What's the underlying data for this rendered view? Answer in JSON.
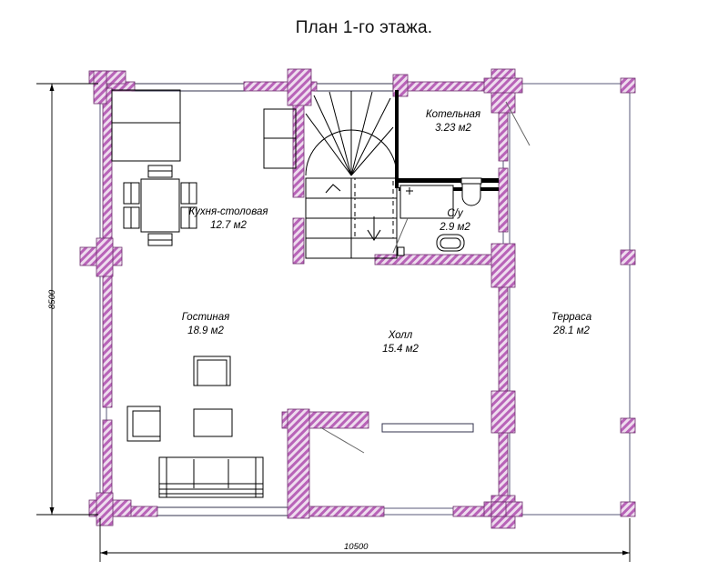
{
  "title": "План 1-го этажа.",
  "dimensions": {
    "width_label": "10500",
    "height_label": "8500",
    "units": "mm"
  },
  "rooms": [
    {
      "id": "kitchen",
      "name": "Кухня-столовая",
      "area": "12.7 м2"
    },
    {
      "id": "living",
      "name": "Гостиная",
      "area": "18.9 м2"
    },
    {
      "id": "hall",
      "name": "Холл",
      "area": "15.4 м2"
    },
    {
      "id": "boiler",
      "name": "Котельная",
      "area": "3.23 м2"
    },
    {
      "id": "bathroom",
      "name": "С/у",
      "area": "2.9 м2"
    },
    {
      "id": "terrace",
      "name": "Терраса",
      "area": "28.1 м2"
    }
  ],
  "colors": {
    "wall_hatch": "#b05ab0",
    "wall_fill": "#e8cfe8",
    "line": "#000000",
    "thin_line": "#4a4a6a",
    "dim_line": "#000000",
    "leader": "#555555"
  },
  "furniture": [
    {
      "id": "dining-table",
      "label": "dining table"
    },
    {
      "id": "dining-chairs",
      "label": "dining chairs",
      "count": 6
    },
    {
      "id": "kitchen-counter",
      "label": "kitchen counter"
    },
    {
      "id": "sofa",
      "label": "sofa"
    },
    {
      "id": "armchair-1",
      "label": "armchair"
    },
    {
      "id": "armchair-2",
      "label": "armchair"
    },
    {
      "id": "coffee-table",
      "label": "coffee table"
    },
    {
      "id": "bathtub",
      "label": "bathtub"
    },
    {
      "id": "toilet",
      "label": "toilet"
    },
    {
      "id": "sink",
      "label": "sink"
    },
    {
      "id": "staircase",
      "label": "staircase"
    }
  ]
}
